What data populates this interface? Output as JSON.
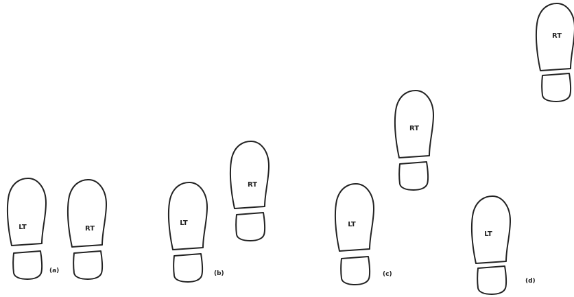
{
  "diagram": {
    "footprints": {
      "a_left": "LT",
      "a_right": "RT",
      "b_left": "LT",
      "b_right": "RT",
      "c_left": "LT",
      "c_right": "RT",
      "d_left": "LT",
      "d_right": "RT"
    },
    "captions": {
      "a": "(a)",
      "b": "(b)",
      "c": "(c)",
      "d": "(d)"
    }
  }
}
